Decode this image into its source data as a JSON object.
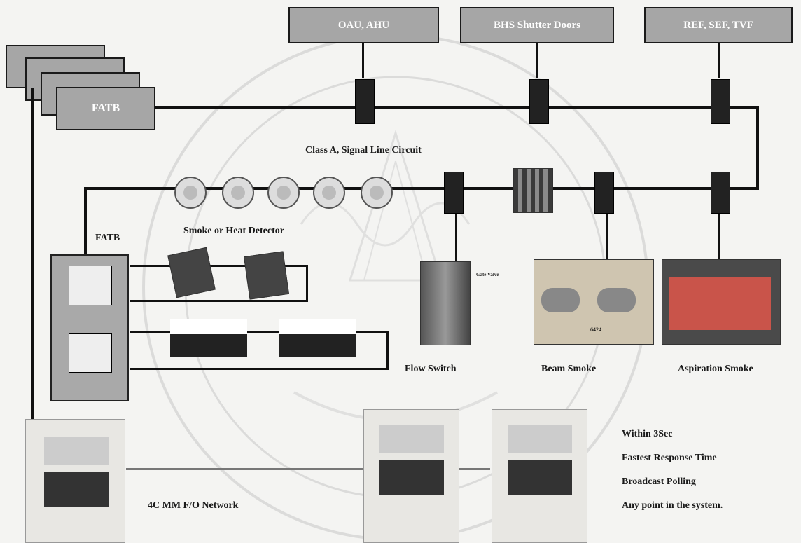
{
  "top_boxes": {
    "oau": "OAU, AHU",
    "bhs": "BHS Shutter Doors",
    "ref": "REF, SEF, TVF"
  },
  "fatb_top": "FATB",
  "fatb_left": "FATB",
  "class_a": "Class A,  Signal Line Circuit",
  "smoke_heat": "Smoke or Heat Detector",
  "flow_switch": "Flow Switch",
  "beam_smoke": "Beam Smoke",
  "aspiration_smoke": "Aspiration Smoke",
  "network": "4C MM F/O Network",
  "features": [
    "Within 3Sec",
    "Fastest Response Time",
    "Broadcast Polling",
    "Any point in the system."
  ],
  "gate_valve_caption": "Gate Valve",
  "beam_model": "6424",
  "colors": {
    "box_fill": "#a6a6a6",
    "line": "#111111",
    "watermark": "#c8c8c8"
  }
}
